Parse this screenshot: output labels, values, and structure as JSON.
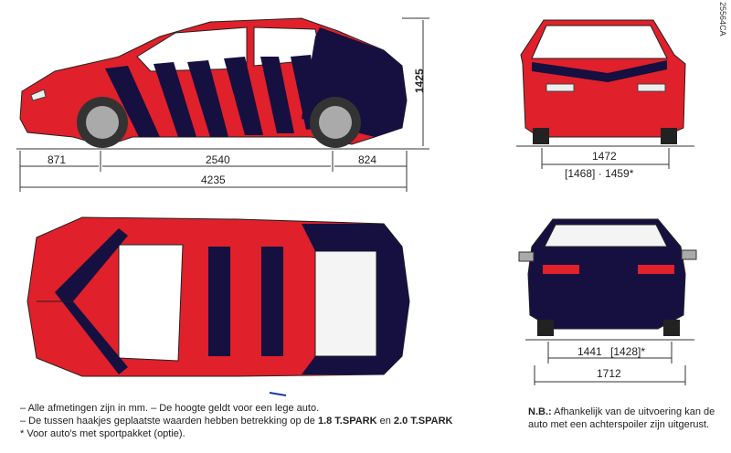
{
  "side": {
    "height": "1425",
    "front_overhang": "871",
    "wheelbase": "2540",
    "rear_overhang": "824",
    "length": "4235"
  },
  "front": {
    "track": "1472",
    "track_alt": "[1468] · 1459*"
  },
  "rear": {
    "track": "1441",
    "track_alt": "[1428]*",
    "width": "1712"
  },
  "code": "25564CA",
  "notes": {
    "line1": "– Alle afmetingen zijn in mm. – De hoogte geldt voor een lege auto.",
    "line2_pre": "– De tussen haakjes geplaatste waarden hebben betrekking op de ",
    "model1": "1.8 T.SPARK",
    "line2_mid": " en ",
    "model2": "2.0 T.SPARK",
    "line3": "* Voor auto's met sportpakket (optie)."
  },
  "nb": {
    "label": "N.B.:",
    "text": " Afhankelijk van de uitvoering kan de auto met een achterspoiler zijn uitgerust."
  },
  "colors": {
    "body": "#e0202a",
    "stripe": "#151040",
    "dark": "#1a1a3a"
  }
}
